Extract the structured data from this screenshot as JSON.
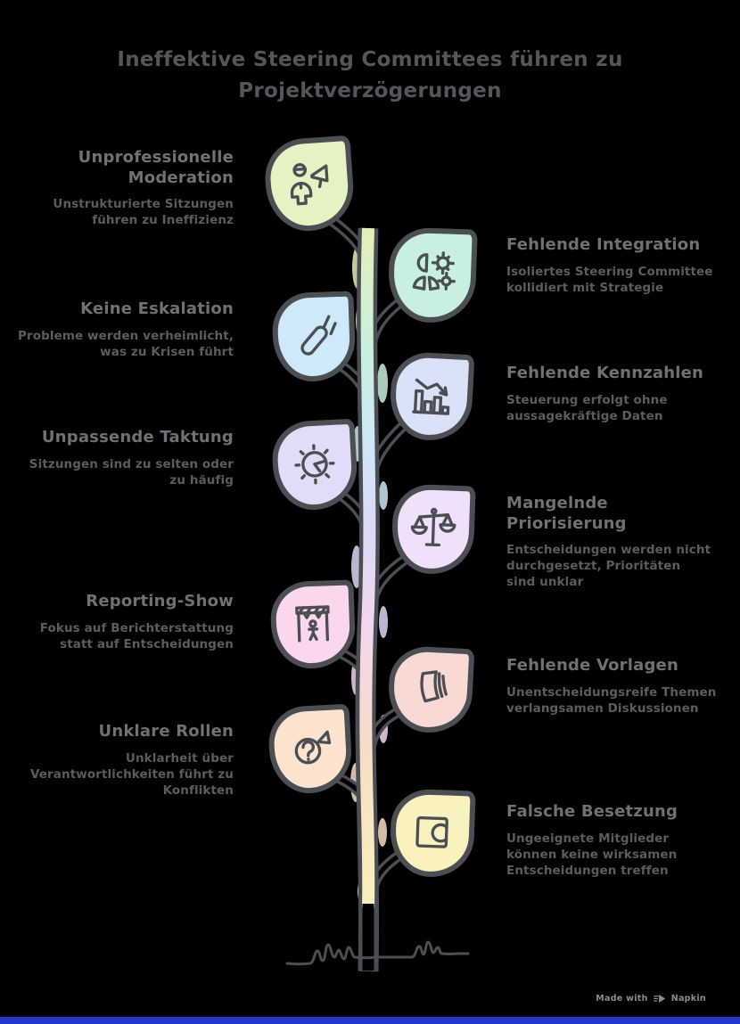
{
  "title": "Ineffektive Steering Committees führen zu Projektverzögerungen",
  "items": [
    {
      "side": "left",
      "title": "Unprofessionelle Moderation",
      "description": "Unstrukturierte Sitzungen führen zu Ineffizienz",
      "leaf_color": "#e7f2c3",
      "icon": "announcer"
    },
    {
      "side": "right",
      "title": "Fehlende Integration",
      "description": "Isoliertes Steering Committee kollidiert mit Strategie",
      "leaf_color": "#c8f0e0",
      "icon": "person-gears"
    },
    {
      "side": "left",
      "title": "Keine Eskalation",
      "description": "Probleme werden verheimlicht, was zu Krisen führt",
      "leaf_color": "#cde9fa",
      "icon": "raised-arm"
    },
    {
      "side": "right",
      "title": "Fehlende Kennzahlen",
      "description": "Steuerung erfolgt ohne aussagekräftige Daten",
      "leaf_color": "#d9e2f7",
      "icon": "declining-chart"
    },
    {
      "side": "left",
      "title": "Unpassende Taktung",
      "description": "Sitzungen sind zu selten oder zu häufig",
      "leaf_color": "#e3dcf8",
      "icon": "clock"
    },
    {
      "side": "right",
      "title": "Mangelnde Priorisierung",
      "description": "Entscheidungen werden nicht durchgesetzt, Prioritäten sind unklar",
      "leaf_color": "#f1e0fa",
      "icon": "balance-scale"
    },
    {
      "side": "left",
      "title": "Reporting-Show",
      "description": "Fokus auf Berichterstattung statt auf Entscheidungen",
      "leaf_color": "#fad7ef",
      "icon": "stage-presenter"
    },
    {
      "side": "right",
      "title": "Fehlende Vorlagen",
      "description": "Unentscheidungsreife Themen verlangsamen Diskussionen",
      "leaf_color": "#f8d9d4",
      "icon": "documents"
    },
    {
      "side": "left",
      "title": "Unklare Rollen",
      "description": "Unklarheit über Verantwortlichkeiten führt zu Konflikten",
      "leaf_color": "#fbe3cd",
      "icon": "question-mark"
    },
    {
      "side": "right",
      "title": "Falsche Besetzung",
      "description": "Ungeeignete Mitglieder können keine wirksamen Entscheidungen treffen",
      "leaf_color": "#f9f1be",
      "icon": "puzzle-piece"
    }
  ],
  "footer": {
    "made_with": "Made with",
    "brand": "Napkin"
  },
  "palette": {
    "background": "#000000",
    "outline": "#4b4e53",
    "title_text": "#53565a",
    "heading_text": "#6e7175",
    "body_text": "#595c60",
    "footer_text": "#8b8d90",
    "accent_bar": "#2138c8",
    "stem_gradient": [
      "#e4efb8",
      "#c9f0db",
      "#cde8f8",
      "#dcd8f6",
      "#f4d6ec",
      "#f7dcc7",
      "#f8f0ba"
    ]
  }
}
